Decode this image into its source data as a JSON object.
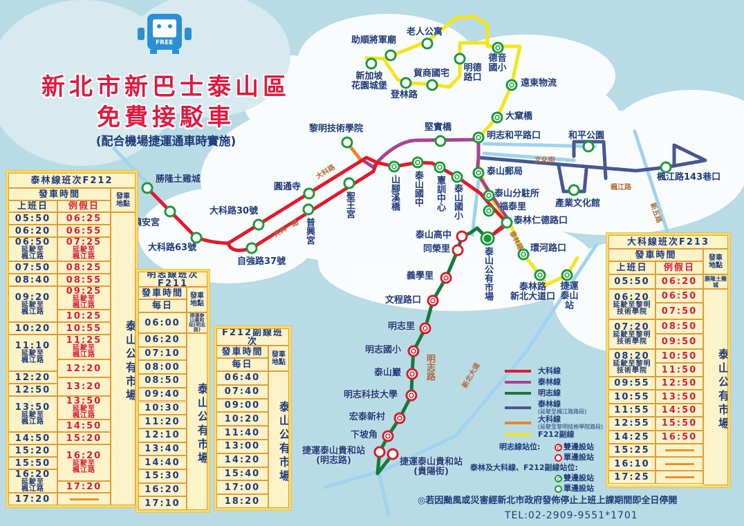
{
  "header": {
    "logo_text": "FREE",
    "title_line1": "新北市新巴士泰山區",
    "title_line2": "免費接駁車",
    "subtitle": "(配合機場捷運通車時實施)"
  },
  "colors": {
    "dake_line": "#e2192c",
    "tailin_line": "#a3468f",
    "mingzhi_line": "#17793b",
    "tailin_ext": "#47588f",
    "dake_ext": "#e8862e",
    "f212_sub": "#f4e51c",
    "station_green": "#1a9a3a",
    "station_red": "#d3202e",
    "title_red": "#e0193f",
    "text_navy": "#1e3a7a"
  },
  "tables": {
    "f212": {
      "title": "泰林線班次F212",
      "depart_time": "發車時間",
      "depart_place": "發車地點",
      "weekday": "上班日",
      "holiday": "例假日",
      "place": "泰山公有市場",
      "weekday_times": [
        {
          "time": "05:50"
        },
        {
          "time": "06:20"
        },
        {
          "time": "06:50",
          "note": "延駛至楓江路"
        },
        {
          "time": "07:50"
        },
        {
          "time": "08:40"
        },
        {
          "time": "09:20",
          "note": "延駛至楓江路"
        },
        {
          "time": "10:20"
        },
        {
          "time": "11:10",
          "note": "延駛至楓江路"
        },
        {
          "time": "12:20"
        },
        {
          "time": "12:50"
        },
        {
          "time": "13:50",
          "note": "延駛至楓江路"
        },
        {
          "time": "14:50"
        },
        {
          "time": "15:20"
        },
        {
          "time": "15:50"
        },
        {
          "time": "16:20",
          "note": "延駛至楓江路"
        },
        {
          "time": "17:20"
        }
      ],
      "holiday_times": [
        {
          "time": "06:25"
        },
        {
          "time": "06:55"
        },
        {
          "time": "07:25",
          "note": "延駛至楓江路"
        },
        {
          "time": "08:25"
        },
        {
          "time": "08:55"
        },
        {
          "time": "09:25",
          "note": "延駛至楓江路"
        },
        {
          "time": "10:25"
        },
        {
          "time": "10:55"
        },
        {
          "time": "11:25",
          "note": "延駛至楓江路"
        },
        {
          "time": "12:20"
        },
        {
          "time": "13:20"
        },
        {
          "time": "13:50",
          "note": "延駛至楓江路"
        },
        {
          "time": "14:50"
        },
        {
          "time": "15:20"
        },
        {
          "time": "16:20",
          "note": "延駛至楓江路"
        },
        {
          "time": "17:20"
        },
        {
          "dash": true
        }
      ]
    },
    "f211": {
      "title": "明志線班次F211",
      "depart_time": "發車時間",
      "depart_place": "發車地點",
      "daily": "每日",
      "first_place": "捷運泰山貴和站(明志路)",
      "place": "泰山公有市場",
      "times": [
        {
          "time": "06:00"
        },
        {
          "time": "06:20"
        },
        {
          "time": "07:10"
        },
        {
          "time": "08:00"
        },
        {
          "time": "08:50"
        },
        {
          "time": "09:40"
        },
        {
          "time": "10:30"
        },
        {
          "time": "11:20"
        },
        {
          "time": "12:10"
        },
        {
          "time": "13:40"
        },
        {
          "time": "14:40"
        },
        {
          "time": "15:30"
        },
        {
          "time": "16:20"
        },
        {
          "time": "17:10"
        }
      ]
    },
    "f212_sub": {
      "title": "F212副線班次",
      "depart_time": "發車時間",
      "depart_place": "發車地點",
      "daily": "每日",
      "place": "泰山公有市場",
      "times": [
        {
          "time": "06:40"
        },
        {
          "time": "07:40"
        },
        {
          "time": "09:00"
        },
        {
          "time": "10:20"
        },
        {
          "time": "11:40"
        },
        {
          "time": "13:00"
        },
        {
          "time": "14:20"
        },
        {
          "time": "15:40"
        },
        {
          "time": "17:00"
        },
        {
          "time": "18:20"
        }
      ]
    },
    "f213": {
      "title": "大科線班次F213",
      "depart_time": "發車時間",
      "depart_place": "發車地點",
      "weekday": "上班日",
      "holiday": "例假日",
      "first_place": "勝隆土雞城",
      "place": "泰山公有市場",
      "weekday_times": [
        {
          "time": "05:50"
        },
        {
          "time": "06:20",
          "note": "延駛至黎明技術學院"
        },
        {
          "time": "07:20",
          "note": "延駛至黎明技術學院"
        },
        {
          "time": "08:20",
          "note": "延駛至黎明技術學院"
        },
        {
          "time": "09:55"
        },
        {
          "time": "10:55"
        },
        {
          "time": "11:55"
        },
        {
          "time": "12:55"
        },
        {
          "time": "14:25"
        },
        {
          "time": "15:25"
        },
        {
          "time": "16:10"
        },
        {
          "time": "17:25"
        }
      ],
      "holiday_times": [
        {
          "time": "06:20"
        },
        {
          "time": "06:50"
        },
        {
          "time": "07:50"
        },
        {
          "time": "08:50"
        },
        {
          "time": "09:50"
        },
        {
          "time": "10:50"
        },
        {
          "time": "11:50"
        },
        {
          "time": "12:50"
        },
        {
          "time": "13:50"
        },
        {
          "time": "14:50"
        },
        {
          "time": "15:50"
        },
        {
          "time": "16:50"
        },
        {
          "dash": true
        },
        {
          "dash": true
        },
        {
          "dash": true
        }
      ]
    }
  },
  "map": {
    "stations": [
      {
        "name": "勝隆土雞城",
        "line": "dake",
        "stop": "single"
      },
      {
        "name": "鎮安宮",
        "line": "dake",
        "stop": "single"
      },
      {
        "name": "大科路63號",
        "line": "dake",
        "stop": "single"
      },
      {
        "name": "大科路30號",
        "line": "dake",
        "stop": "single"
      },
      {
        "name": "自強路37號",
        "line": "dake",
        "stop": "single"
      },
      {
        "name": "圓通寺",
        "line": "dake",
        "stop": "single"
      },
      {
        "name": "普興宮",
        "line": "dake",
        "stop": "single"
      },
      {
        "name": "聖王宮",
        "line": "dake",
        "stop": "single"
      },
      {
        "name": "黎明技術學院",
        "line": "dake",
        "stop": "single"
      },
      {
        "name": "山腳溪橋",
        "line": "dake",
        "stop": "double"
      },
      {
        "name": "泰山國中",
        "line": "dake",
        "stop": "double"
      },
      {
        "name": "憲訓中心",
        "line": "dake",
        "stop": "double"
      },
      {
        "name": "泰山國小",
        "line": "dake",
        "stop": "double"
      },
      {
        "name": "堅實橋",
        "line": "tailin",
        "stop": "single"
      },
      {
        "name": "明志和平路口",
        "line": "tailin",
        "stop": "double"
      },
      {
        "name": "泰山郵局",
        "line": "tailin",
        "stop": "double"
      },
      {
        "name": "泰山分駐所",
        "line": "dake",
        "stop": "double"
      },
      {
        "name": "福泰里",
        "line": "dake",
        "stop": "double"
      },
      {
        "name": "泰林仁德路口",
        "line": "dake",
        "stop": "single"
      },
      {
        "name": "泰山公有市場",
        "line": "hub",
        "stop": "terminal"
      },
      {
        "name": "環河路口",
        "line": "f212",
        "stop": "double"
      },
      {
        "name": "泰林路新北大道口",
        "lines": [
          "泰林路",
          "新北大道口"
        ],
        "line": "f212",
        "stop": "double"
      },
      {
        "name": "捷運泰山站",
        "lines": [
          "捷運",
          "泰山站"
        ],
        "line": "f212",
        "stop": "double"
      },
      {
        "name": "和平公園",
        "line": "tailin_ext",
        "stop": "single"
      },
      {
        "name": "產業文化館",
        "line": "tailin_ext",
        "stop": "single"
      },
      {
        "name": "楓江路143巷口",
        "line": "tailin_ext",
        "stop": "single"
      },
      {
        "name": "大窠橋",
        "line": "f212",
        "stop": "double"
      },
      {
        "name": "遠東物流",
        "line": "f212",
        "stop": "double"
      },
      {
        "name": "德音國小",
        "lines": [
          "德音",
          "國小"
        ],
        "line": "f212",
        "stop": "double"
      },
      {
        "name": "明德路口",
        "lines": [
          "明德",
          "路口"
        ],
        "line": "f212",
        "stop": "single"
      },
      {
        "name": "貿商國宅",
        "line": "f212",
        "stop": "single"
      },
      {
        "name": "登林路",
        "line": "f212",
        "stop": "single"
      },
      {
        "name": "老人公寓",
        "line": "f212",
        "stop": "single"
      },
      {
        "name": "助順將軍廟",
        "line": "f212",
        "stop": "single"
      },
      {
        "name": "新加坡花園城堡",
        "lines": [
          "新加坡",
          "花園城堡"
        ],
        "line": "f212",
        "stop": "single"
      },
      {
        "name": "泰山高中",
        "line": "mingzhi",
        "stop": "single"
      },
      {
        "name": "同榮里",
        "line": "mingzhi",
        "stop": "single"
      },
      {
        "name": "義學里",
        "line": "mingzhi",
        "stop": "double"
      },
      {
        "name": "文程路口",
        "line": "mingzhi",
        "stop": "double"
      },
      {
        "name": "明志里",
        "line": "mingzhi",
        "stop": "double"
      },
      {
        "name": "明志國小",
        "line": "mingzhi",
        "stop": "double"
      },
      {
        "name": "泰山巖",
        "line": "mingzhi",
        "stop": "double"
      },
      {
        "name": "明志科技大學",
        "line": "mingzhi",
        "stop": "double"
      },
      {
        "name": "宏泰新村",
        "line": "mingzhi",
        "stop": "double"
      },
      {
        "name": "下坡角",
        "line": "mingzhi",
        "stop": "double"
      },
      {
        "name": "捷運泰山貴和站(明志路)",
        "lines": [
          "捷運泰山貴和站",
          "(明志路)"
        ],
        "line": "mingzhi",
        "stop": "single"
      },
      {
        "name": "捷運泰山貴和站(貴陽街)",
        "lines": [
          "捷運泰山貴和站",
          "(貴陽街)"
        ],
        "line": "mingzhi",
        "stop": "single"
      }
    ],
    "roads": [
      "大科路",
      "大科一路",
      "文化街",
      "楓江路",
      "新五路",
      "泰林路",
      "明志路",
      "新北大道"
    ]
  },
  "legend": {
    "items": [
      {
        "label": "大科線",
        "color": "#e2192c"
      },
      {
        "label": "泰林線",
        "color": "#a3468f"
      },
      {
        "label": "明志線",
        "color": "#17793b"
      },
      {
        "label": "泰林線",
        "sub": "(延駛至楓江路路段)",
        "color": "#47588f"
      },
      {
        "label": "大科線",
        "sub": "(延駛至黎明技術學院路段)",
        "color": "#e8862e"
      },
      {
        "label": "F212副線",
        "color": "#f4e51c"
      }
    ],
    "mingzhi_stops": "明志線站位:",
    "other_stops": "泰林及大科線、F212副線站位:",
    "double_stop": "雙邊設站",
    "single_stop": "單邊設站"
  },
  "footer": {
    "notice": "◎若因颱風或災害經新北市政府發佈停止上班上課期間即全日停開",
    "tel": "TEL:02-2909-9551*1701"
  }
}
